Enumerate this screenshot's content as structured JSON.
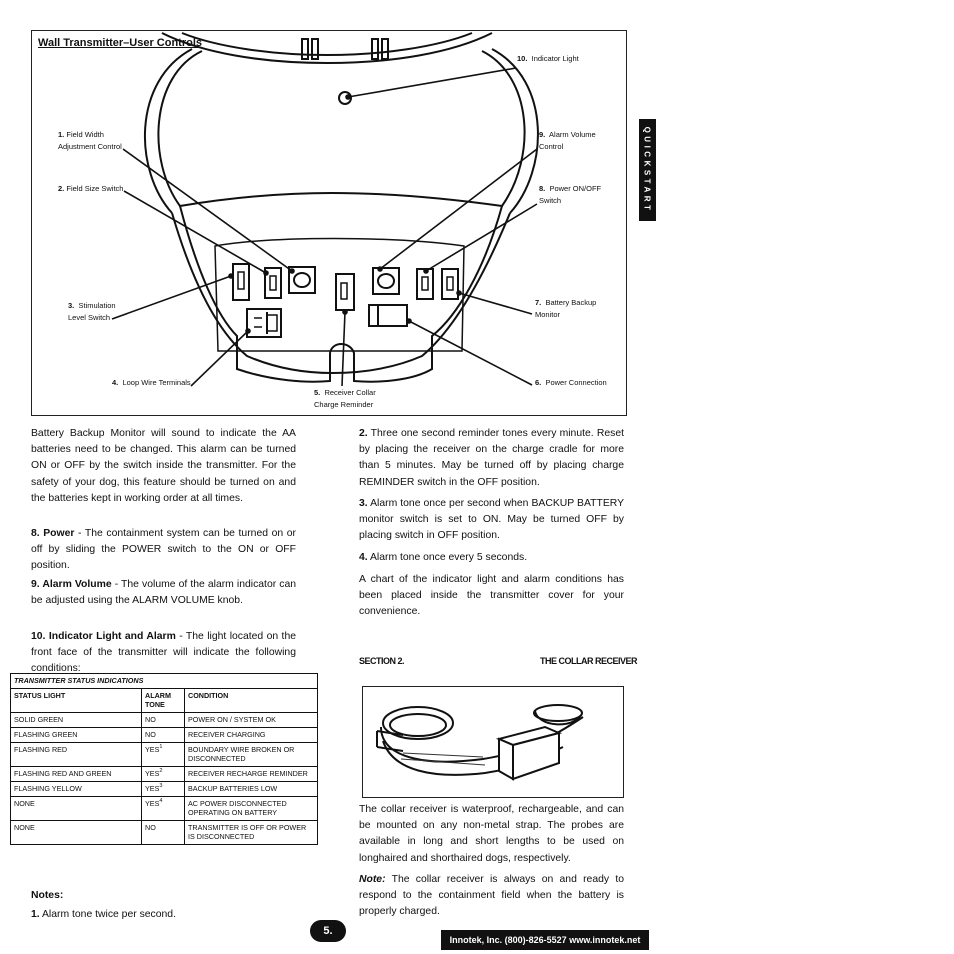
{
  "figure": {
    "title": "Wall Transmitter–User Controls",
    "callouts": [
      {
        "num": "10.",
        "lines": [
          "Indicator Light"
        ]
      },
      {
        "num": "1.",
        "lines": [
          "Field Width",
          "Adjustment Control"
        ]
      },
      {
        "num": "9.",
        "lines": [
          "Alarm Volume",
          "Control"
        ]
      },
      {
        "num": "2.",
        "lines": [
          "Field Size Switch"
        ]
      },
      {
        "num": "8.",
        "lines": [
          "Power ON/OFF",
          "Switch"
        ]
      },
      {
        "num": "3.",
        "lines": [
          "Stimulation",
          "Level Switch"
        ]
      },
      {
        "num": "7.",
        "lines": [
          "Battery Backup",
          "Monitor"
        ]
      },
      {
        "num": "4.",
        "lines": [
          "Loop Wire Terminals"
        ]
      },
      {
        "num": "5.",
        "lines": [
          "Receiver Collar",
          "Charge Reminder"
        ]
      },
      {
        "num": "6.",
        "lines": [
          "Power Connection"
        ]
      }
    ]
  },
  "side_tab": "QUICKSTART",
  "left_column": {
    "battery_para": "Battery Backup Monitor will sound to indicate the AA batteries need to be changed.  This alarm can be turned ON or OFF by the switch inside the transmitter.  For the safety of your dog, this feature should be turned on and the batteries kept in working order at all times.",
    "power": {
      "heading": "8. Power",
      "text": " - The containment system can be turned on or off by sliding the POWER switch to the ON or OFF position."
    },
    "alarm_volume": {
      "heading": "9. Alarm Volume",
      "text": " - The volume of the alarm indicator can be adjusted using the ALARM VOLUME knob."
    },
    "indicator": {
      "heading": "10. Indicator Light and Alarm",
      "text": " - The light located on the front face of the transmitter will indicate the following conditions:"
    }
  },
  "status_table": {
    "caption": "TRANSMITTER STATUS INDICATIONS",
    "headers": [
      "STATUS LIGHT",
      "ALARM TONE",
      "CONDITION"
    ],
    "rows": [
      {
        "status": "SOLID GREEN",
        "tone": "NO",
        "sup": "",
        "condition": "POWER ON / SYSTEM OK"
      },
      {
        "status": "FLASHING GREEN",
        "tone": "NO",
        "sup": "",
        "condition": "RECEIVER CHARGING"
      },
      {
        "status": "FLASHING RED",
        "tone": "YES",
        "sup": "1",
        "condition": "BOUNDARY WIRE BROKEN OR DISCONNECTED"
      },
      {
        "status": "FLASHING RED AND GREEN",
        "tone": "YES",
        "sup": "2",
        "condition": "RECEIVER RECHARGE REMINDER"
      },
      {
        "status": "FLASHING YELLOW",
        "tone": "YES",
        "sup": "3",
        "condition": "BACKUP BATTERIES LOW"
      },
      {
        "status": "NONE",
        "tone": "YES",
        "sup": "4",
        "condition": "AC POWER DISCONNECTED OPERATING ON BATTERY"
      },
      {
        "status": "NONE",
        "tone": "NO",
        "sup": "",
        "condition": "TRANSMITTER IS OFF  OR POWER IS DISCONNECTED"
      }
    ]
  },
  "notes": {
    "heading": "Notes:",
    "note1_num": "1.",
    "note1_text": " Alarm tone twice per second."
  },
  "right_column": {
    "note2": {
      "num": "2.",
      "text": " Three one second reminder tones every minute.  Reset by placing the receiver on the charge cradle for more than 5 minutes. May be turned off by placing charge REMINDER switch in the OFF position."
    },
    "note3": {
      "num": "3.",
      "text": " Alarm tone once per second when BACKUP BATTERY monitor switch is set to ON. May be turned OFF by placing switch in OFF position."
    },
    "note4": {
      "num": "4.",
      "text": " Alarm tone once every 5 seconds."
    },
    "chart_para": "A chart of the indicator light and alarm conditions has been placed inside the transmitter cover for your convenience.",
    "section_label": "SECTION 2.",
    "section_title": "THE COLLAR RECEIVER",
    "collar_para": "The collar receiver is waterproof, rechargeable, and can be mounted on any non-metal strap.  The probes are available in long and short lengths to be used on longhaired and shorthaired dogs, respectively.",
    "note_label": "Note:",
    "note_text": " The collar receiver is always on and ready to respond to the containment field when the battery is properly charged."
  },
  "page_number": "5.",
  "footer": "Innotek, Inc. (800)-826-5527  www.innotek.net"
}
